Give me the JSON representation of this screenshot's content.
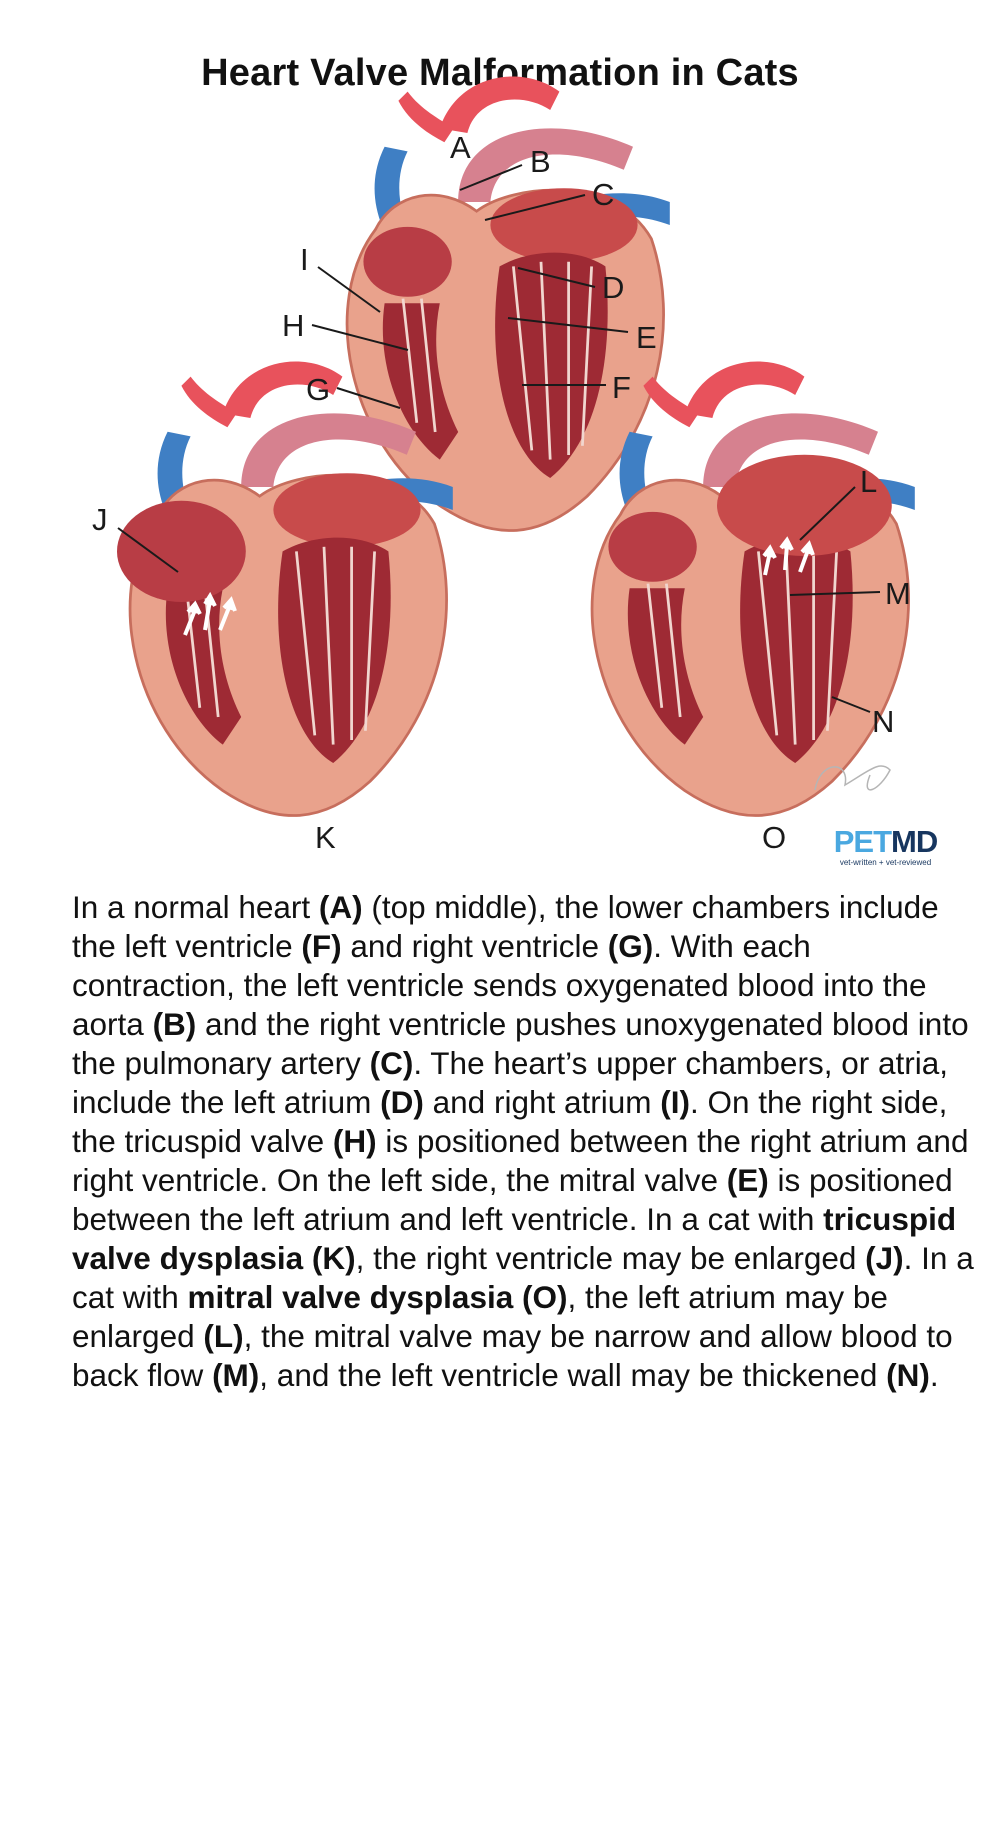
{
  "title": "Heart Valve Malformation in Cats",
  "labels": {
    "A": "A",
    "B": "B",
    "C": "C",
    "D": "D",
    "E": "E",
    "F": "F",
    "G": "G",
    "H": "H",
    "I": "I",
    "J": "J",
    "K": "K",
    "L": "L",
    "M": "M",
    "N": "N",
    "O": "O"
  },
  "logo": {
    "part1": "PET",
    "part2": "MD",
    "tagline": "vet-written + vet-reviewed"
  },
  "colors": {
    "aorta": "#e8525c",
    "pulmonary_artery": "#d6818f",
    "vein": "#3f7fc4",
    "chamber": "#9e2a34",
    "heart_tissue": "#e9a28c",
    "atrium": "#c84b4b",
    "arrow": "#ffffff"
  },
  "caption": [
    {
      "t": "In a normal heart "
    },
    {
      "t": "(A)",
      "b": true
    },
    {
      "t": " (top middle), the lower chambers include the left ventricle "
    },
    {
      "t": "(F)",
      "b": true
    },
    {
      "t": " and right ventricle "
    },
    {
      "t": "(G)",
      "b": true
    },
    {
      "t": ". With each contraction, the left ventricle sends oxygenated blood into the aorta "
    },
    {
      "t": "(B)",
      "b": true
    },
    {
      "t": " and the right ventricle pushes unoxygenated blood into the pulmonary artery "
    },
    {
      "t": "(C)",
      "b": true
    },
    {
      "t": ". The heart’s upper chambers, or atria, include the left atrium "
    },
    {
      "t": "(D)",
      "b": true
    },
    {
      "t": " and right atrium "
    },
    {
      "t": "(I)",
      "b": true
    },
    {
      "t": ". On the right side, the tricuspid valve "
    },
    {
      "t": "(H)",
      "b": true
    },
    {
      "t": " is positioned between the right atrium and right ventricle. On the left side, the mitral valve "
    },
    {
      "t": "(E)",
      "b": true
    },
    {
      "t": " is positioned between the left atrium and left ventricle. In a cat with "
    },
    {
      "t": "tricuspid valve dysplasia (K)",
      "b": true
    },
    {
      "t": ", the right ventricle may be enlarged "
    },
    {
      "t": "(J)",
      "b": true
    },
    {
      "t": ". In a cat with "
    },
    {
      "t": "mitral valve dysplasia (O)",
      "b": true
    },
    {
      "t": ", the left atrium may be enlarged "
    },
    {
      "t": "(L)",
      "b": true
    },
    {
      "t": ", the mitral valve may be narrow and allow blood to back flow "
    },
    {
      "t": "(M)",
      "b": true
    },
    {
      "t": ", and the left ventricle wall may be thickened "
    },
    {
      "t": "(N)",
      "b": true
    },
    {
      "t": "."
    }
  ]
}
